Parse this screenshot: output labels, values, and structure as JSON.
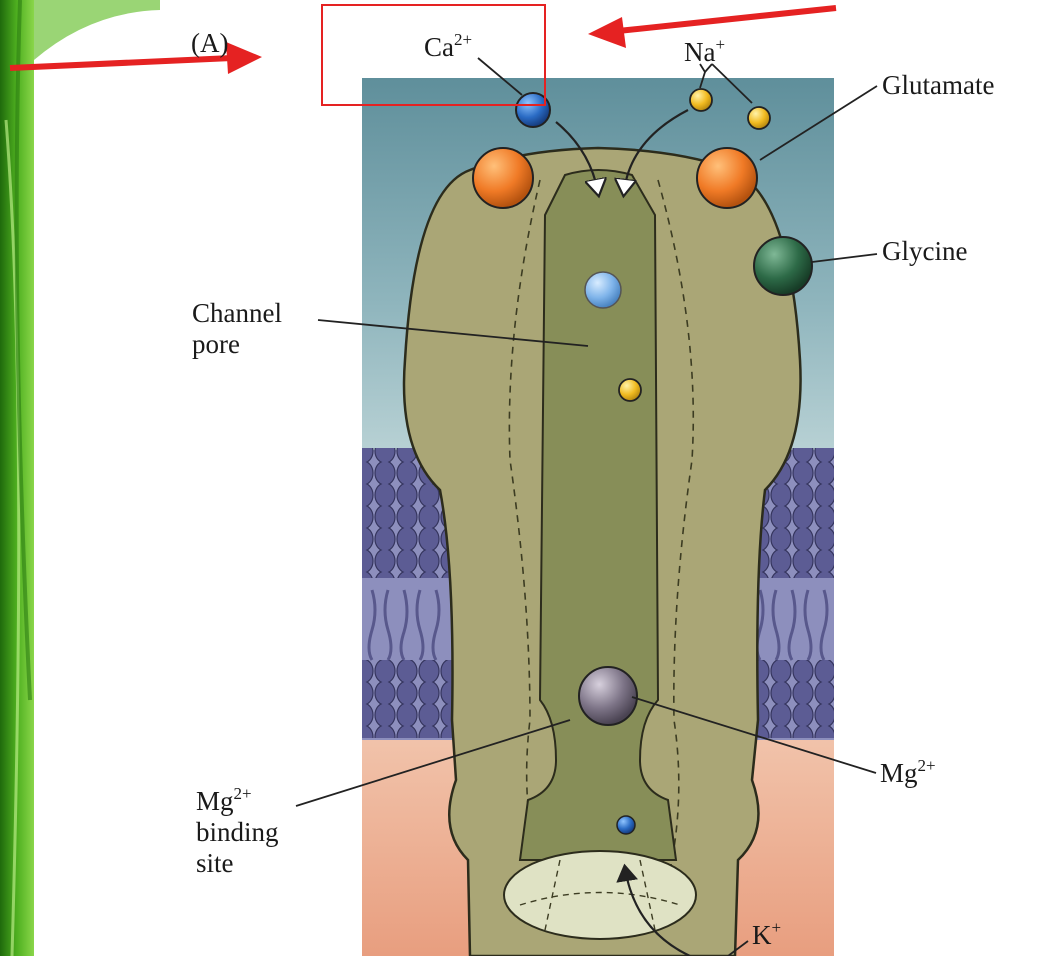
{
  "figure": {
    "panel": "(A)",
    "labels": {
      "calcium": "Ca",
      "calcium_charge": "2+",
      "sodium": "Na",
      "sodium_charge": "+",
      "glutamate": "Glutamate",
      "glycine": "Glycine",
      "channel_pore_line1": "Channel",
      "channel_pore_line2": "pore",
      "magnesium": "Mg",
      "magnesium_charge": "2+",
      "mg_site_line1": "Mg",
      "mg_site_charge": "2+",
      "mg_site_line2": "binding",
      "mg_site_line3": "site",
      "potassium": "K",
      "potassium_charge": "+"
    }
  },
  "colors": {
    "background_slide_green": "#3f9a1f",
    "outside_top": "#6a98a3",
    "outside_bottom": "#b5d0d3",
    "inside": "#e9a98b",
    "membrane": "#5b5b92",
    "receptor_body": "#aaa676",
    "pore": "#878e58",
    "glutamate_ball": "#f07a26",
    "glycine_ball": "#2d6a47",
    "calcium_ball": "#2a6bc4",
    "sodium_ball": "#f1bb21",
    "magnesium_ball": "#7d7487",
    "annotation_red": "#e52222"
  }
}
